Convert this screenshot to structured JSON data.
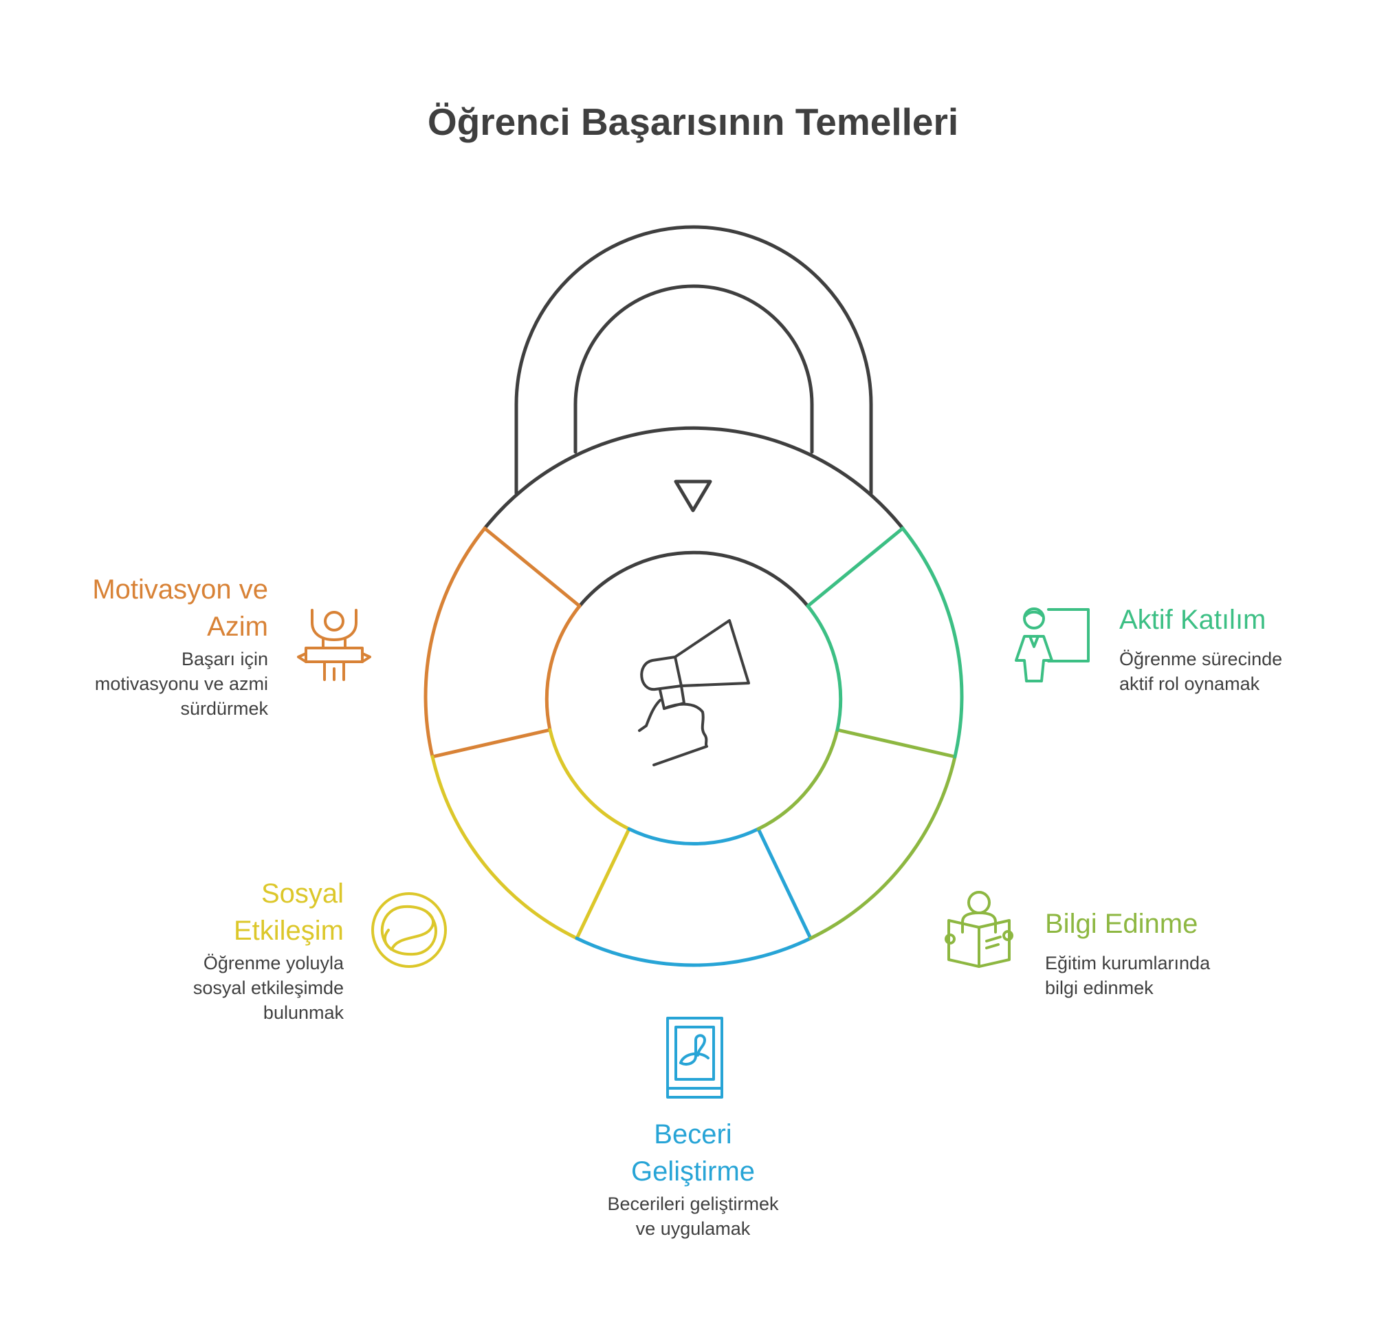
{
  "title": "Öğrenci Başarısının Temelleri",
  "colors": {
    "dark": "#3f3f3f",
    "motivation": "#d88236",
    "active": "#3cbf84",
    "knowledge": "#8db741",
    "skills": "#27a4d6",
    "social": "#dcc72a"
  },
  "center_icon": "megaphone-icon",
  "pointer_icon": "triangle-pointer-icon",
  "segments": {
    "motivation": {
      "heading_line1": "Motivasyon ve",
      "heading_line2": "Azim",
      "desc_line1": "Başarı için",
      "desc_line2": "motivasyonu ve azmi",
      "desc_line3": "sürdürmek",
      "icon": "celebrating-person-icon"
    },
    "active": {
      "heading_line1": "Aktif Katılım",
      "desc_line1": "Öğrenme sürecinde",
      "desc_line2": "aktif rol oynamak",
      "icon": "teacher-board-icon"
    },
    "knowledge": {
      "heading_line1": "Bilgi Edinme",
      "desc_line1": "Eğitim kurumlarında",
      "desc_line2": "bilgi edinmek",
      "icon": "reading-person-icon"
    },
    "skills": {
      "heading_line1": "Beceri",
      "heading_line2": "Geliştirme",
      "desc_line1": "Becerileri geliştirmek",
      "desc_line2": "ve uygulamak",
      "icon": "skill-book-icon"
    },
    "social": {
      "heading_line1": "Sosyal",
      "heading_line2": "Etkileşim",
      "desc_line1": "Öğrenme yoluyla",
      "desc_line2": "sosyal etkileşimde",
      "desc_line3": "bulunmak",
      "icon": "interaction-swirl-icon"
    }
  }
}
